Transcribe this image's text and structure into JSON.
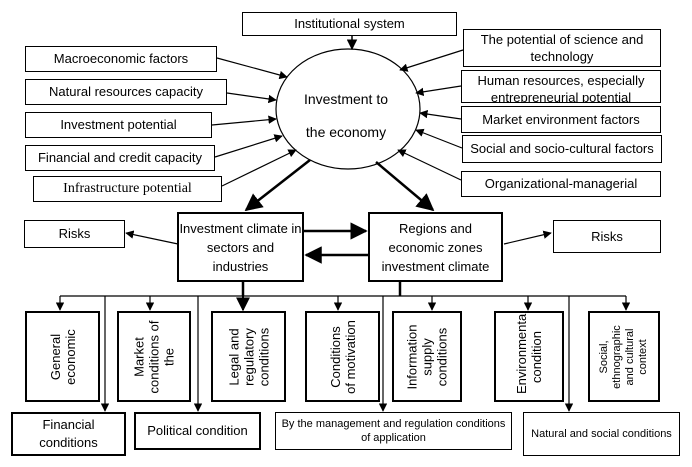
{
  "center": {
    "line1": "Investment to",
    "line2": "the economy"
  },
  "top_box": "Institutional system",
  "left_factors": [
    "Macroeconomic factors",
    "Natural resources capacity",
    "Investment potential",
    "Financial and credit capacity",
    "Infrastructure potential"
  ],
  "right_factors": [
    "The potential of science and technology",
    "Human resources, especially entrepreneurial potential",
    "Market environment factors",
    "Social and socio-cultural factors",
    "Organizational-managerial"
  ],
  "climate": {
    "sectors": "Investment climate in sectors and industries",
    "regions": "Regions and economic zones investment climate"
  },
  "risks": {
    "left": "Risks",
    "right": "Risks"
  },
  "conditions": [
    "General economic",
    "Market conditions of the",
    "Legal and regulatory conditions",
    "Conditions of motivation",
    "Information supply conditions",
    "Environmental condition",
    "Social, ethnographic and cultural context"
  ],
  "bottom": [
    "Financial conditions",
    "Political condition",
    "By the management and regulation conditions of application",
    "Natural and social conditions"
  ]
}
